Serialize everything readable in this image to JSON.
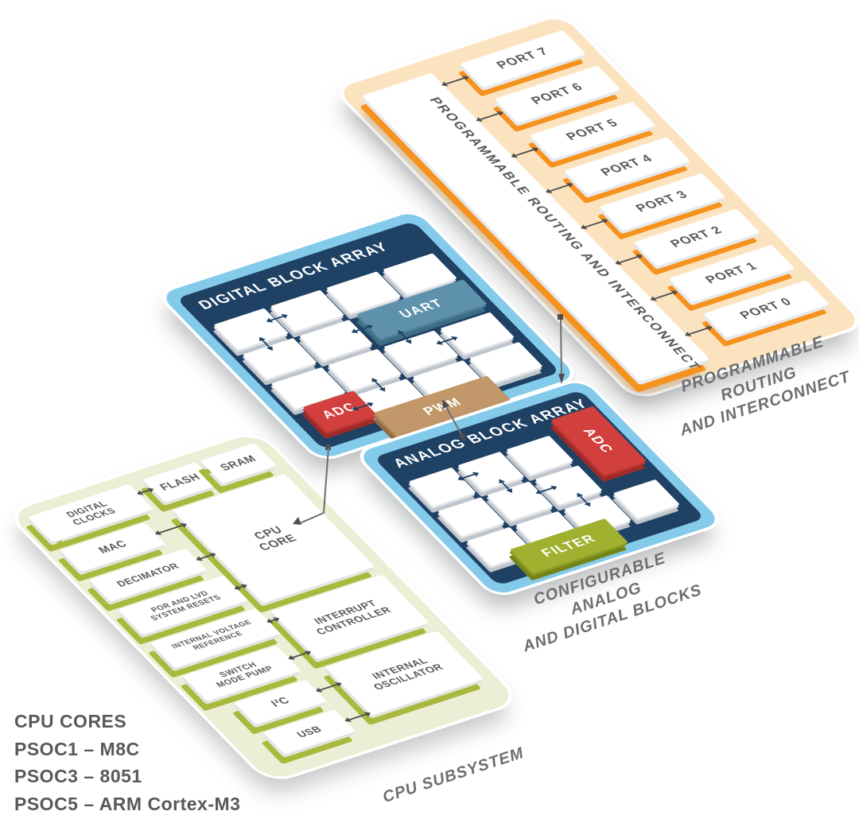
{
  "routing_panel": {
    "label": "PROGRAMMABLE ROUTING AND INTERCONNECT",
    "ports": [
      "PORT 7",
      "PORT 6",
      "PORT 5",
      "PORT 4",
      "PORT 3",
      "PORT 2",
      "PORT 1",
      "PORT 0"
    ],
    "caption": "PROGRAMMABLE ROUTING\nAND INTERCONNECT"
  },
  "digital_array": {
    "title": "DIGITAL BLOCK ARRAY",
    "blocks": {
      "uart": "UART",
      "adc": "ADC",
      "pwm": "PWM"
    }
  },
  "analog_array": {
    "title": "ANALOG BLOCK ARRAY",
    "blocks": {
      "adc": "ADC",
      "filter": "FILTER"
    },
    "caption": "CONFIGURABLE ANALOG\nAND DIGITAL BLOCKS"
  },
  "cpu_subsystem": {
    "caption": "CPU SUBSYSTEM",
    "blocks": {
      "digital_clocks": "DIGITAL\nCLOCKS",
      "flash": "FLASH",
      "sram": "SRAM",
      "mac": "MAC",
      "decimator": "DECIMATOR",
      "por": "POR AND LVD\nSYSTEM RESETS",
      "ivr": "INTERNAL VOLTAGE\nREFERENCE",
      "smp": "SWITCH\nMODE PUMP",
      "i2c": "I²C",
      "usb": "USB",
      "cpu_core": "CPU\nCORE",
      "interrupt_controller": "INTERRUPT\nCONTROLLER",
      "internal_oscillator": "INTERNAL\nOSCILLATOR"
    }
  },
  "legend": {
    "lines": [
      "CPU CORES",
      "PSOC1 – M8C",
      "PSOC3 – 8051",
      "PSOC5 – ARM Cortex-M3"
    ]
  },
  "colors": {
    "orange": "#F6921E",
    "peach": "#FBE3C0",
    "light_blue": "#84CBEB",
    "navy": "#1E4164",
    "red": "#D2403D",
    "tan": "#C2976A",
    "steel_blue": "#5E92AC",
    "olive": "#A8B93D",
    "olive_light": "#ECEFD5",
    "filter_olive": "#9FB12F",
    "text_gray": "#58595B",
    "caption_gray": "#6D6E71"
  }
}
